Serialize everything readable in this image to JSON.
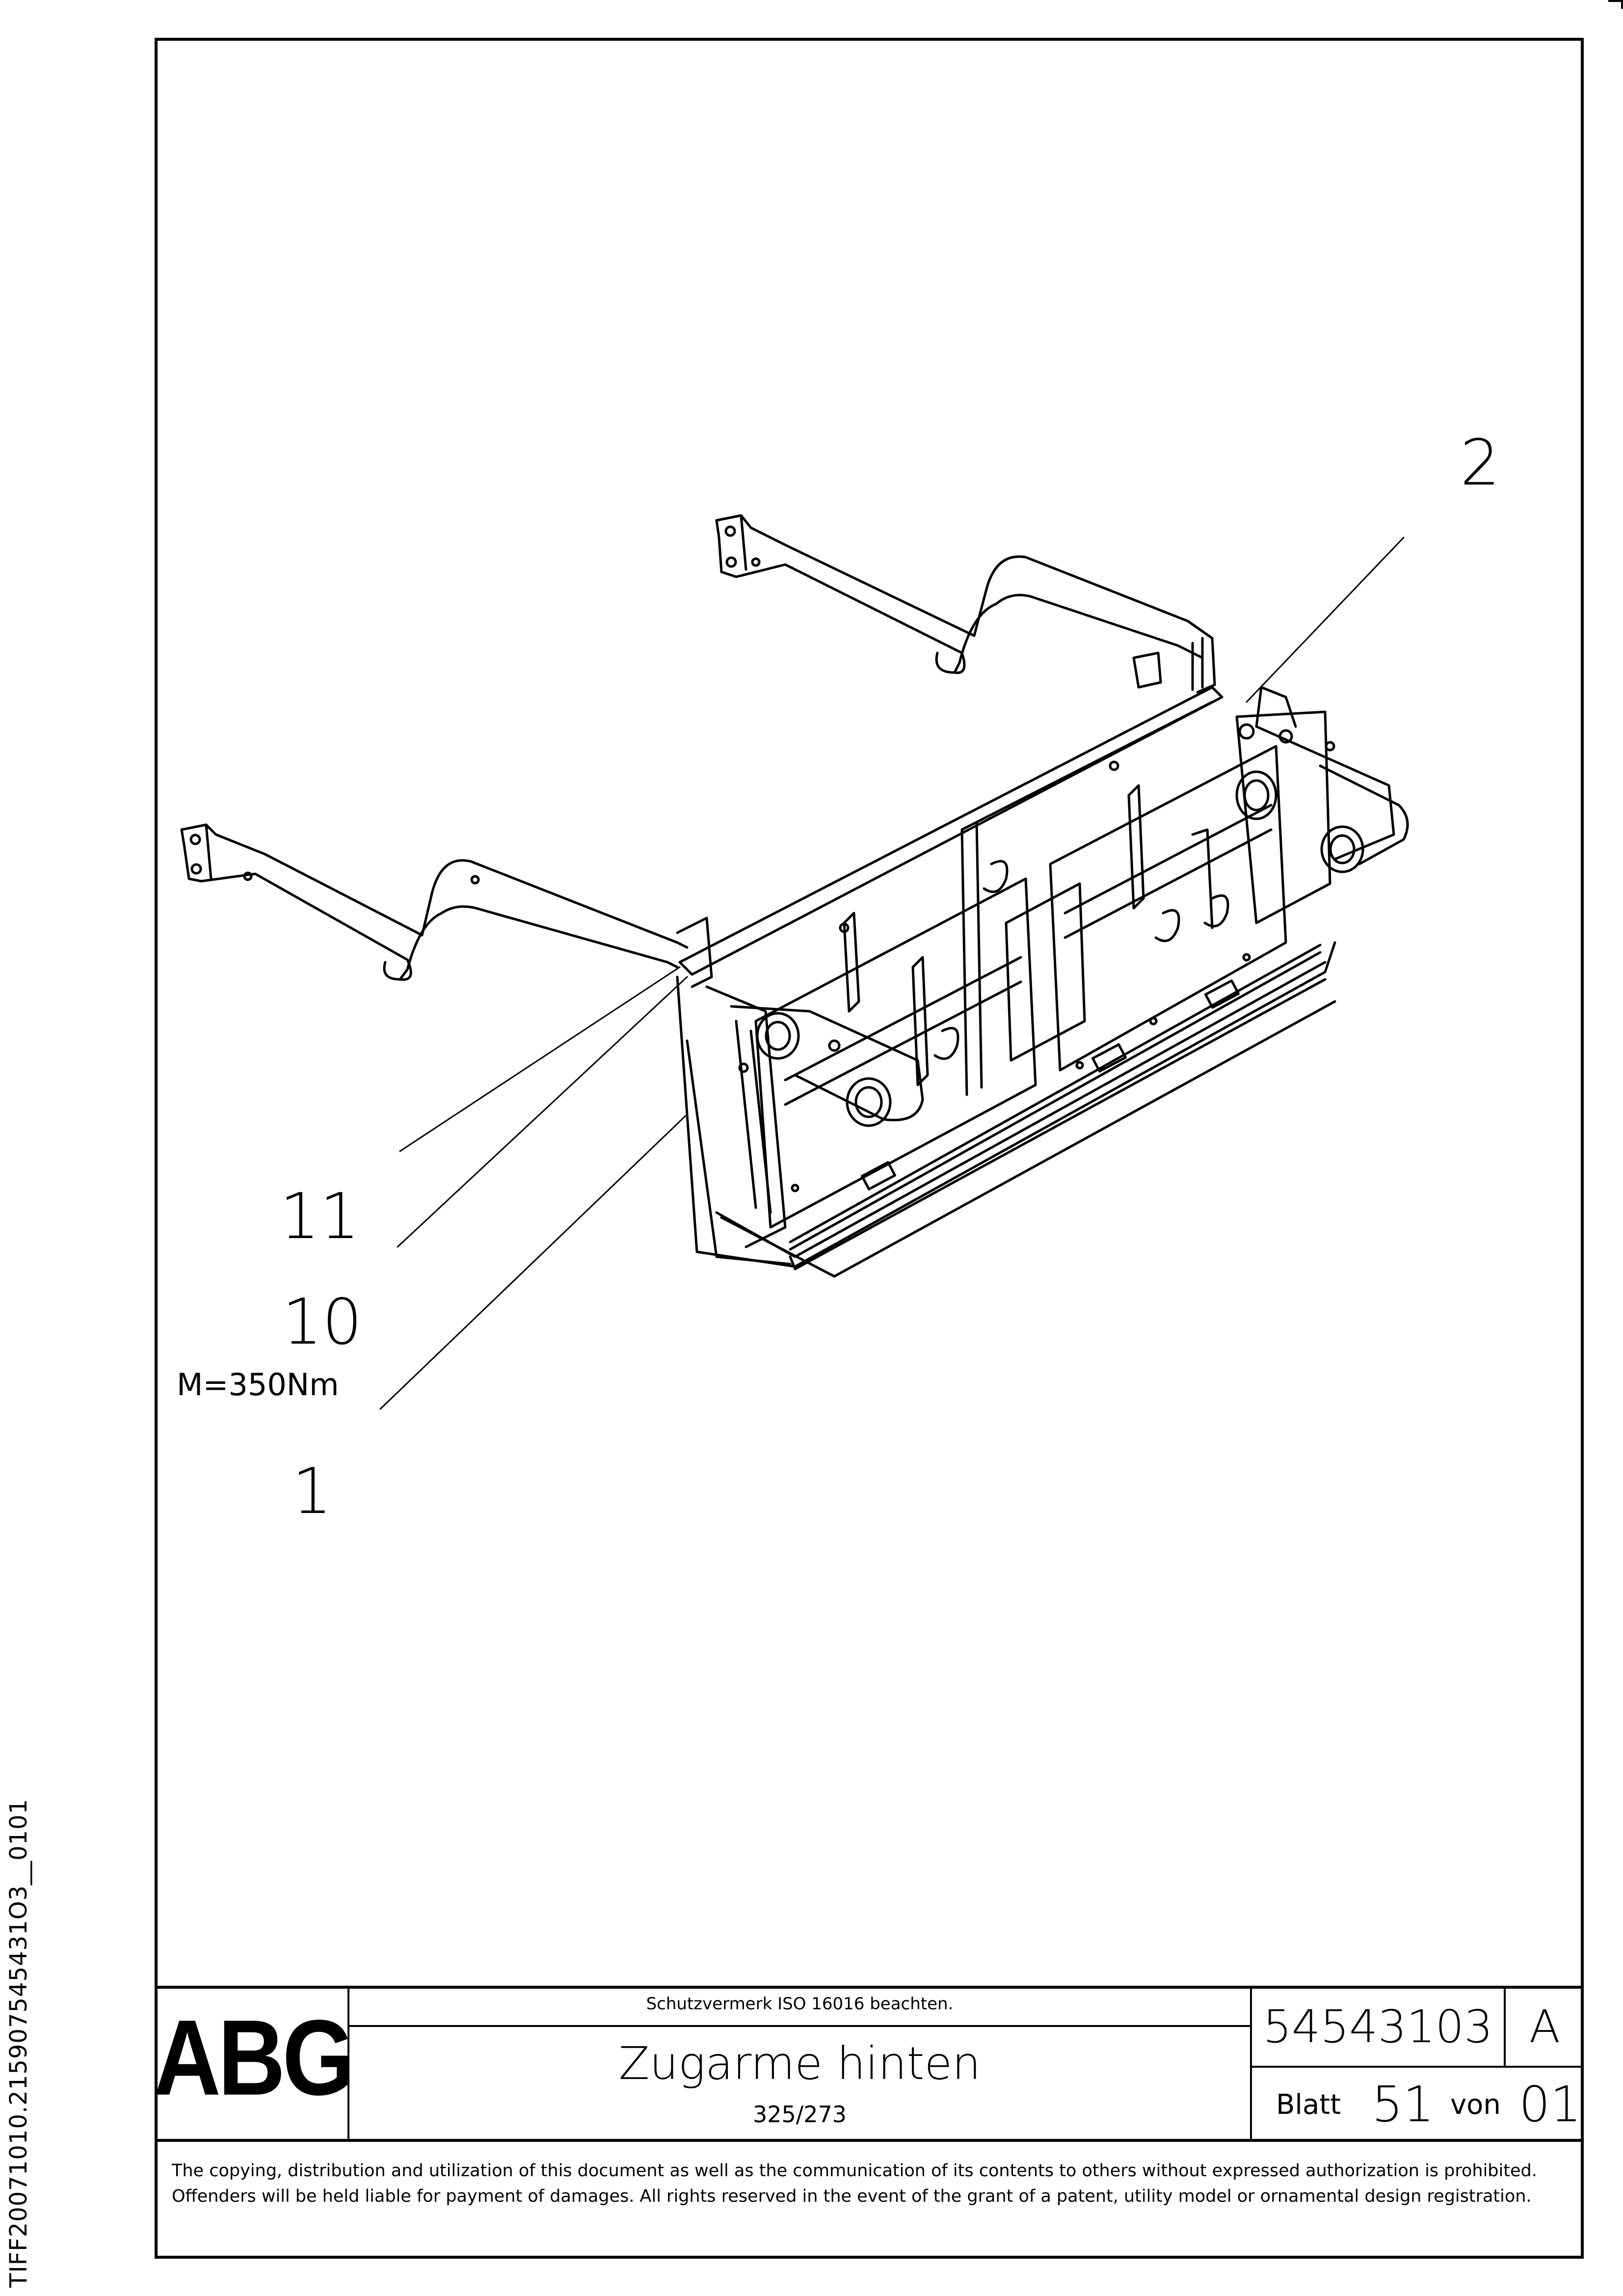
{
  "side_code": "TIFF20071010.215907545431O3__0101",
  "callouts": {
    "c2": "2",
    "c11": "11",
    "c10": "10",
    "c1": "1",
    "torque": "M=350Nm"
  },
  "title_block": {
    "logo": "ABG",
    "protection_note": "Schutzvermerk ISO 16016 beachten.",
    "title": "Zugarme hinten",
    "subtitle": "325/273",
    "doc_number": "54543103",
    "revision": "A",
    "sheet_label": "Blatt",
    "sheet_number": "51",
    "of_label": "von",
    "total_sheets": "01"
  },
  "footer_note": "The copying, distribution and utilization of this document as well as the communication of its contents to others without expressed authorization is prohibited. Offenders will be held liable for payment of damages. All rights reserved in the event of the grant of a patent, utility model or ornamental design registration."
}
